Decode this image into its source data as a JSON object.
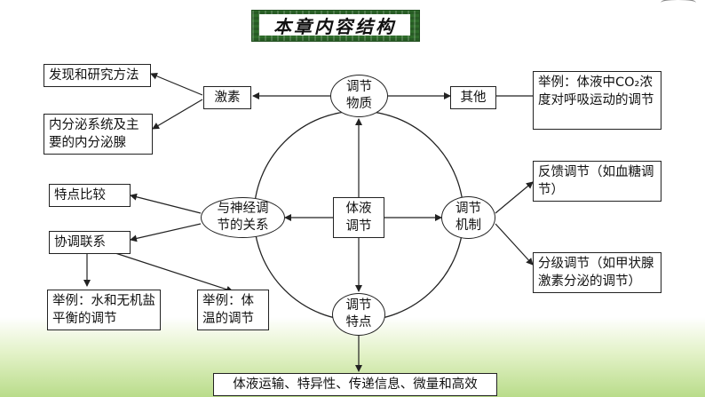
{
  "title": "本章内容结构",
  "center_box": {
    "text": "体液\n调节"
  },
  "nodes": {
    "top": "调节\n物质",
    "left": "与神经调\n节的关系",
    "right": "调节\n机制",
    "bottom": "调节\n特点"
  },
  "boxes": {
    "hormone": "激素",
    "discovery": "发现和研究方法",
    "endocrine": "内分泌系统及主要的内分泌腺",
    "other": "其他",
    "co2_example": "举例：体液中CO₂浓度对呼吸运动的调节",
    "features_compare": "特点比较",
    "coordination": "协调联系",
    "water_salt": "举例：水和无机盐平衡的调节",
    "temperature": "举例：体温的调节",
    "feedback": "反馈调节（如血糖调节）",
    "graded": "分级调节（如甲状腺激素分泌的调节）",
    "characteristics": "体液运输、特异性、传递信息、微量和高效"
  },
  "colors": {
    "title_frame": "#2e6b2a",
    "band": "#b9dc8a",
    "line": "#222222"
  }
}
